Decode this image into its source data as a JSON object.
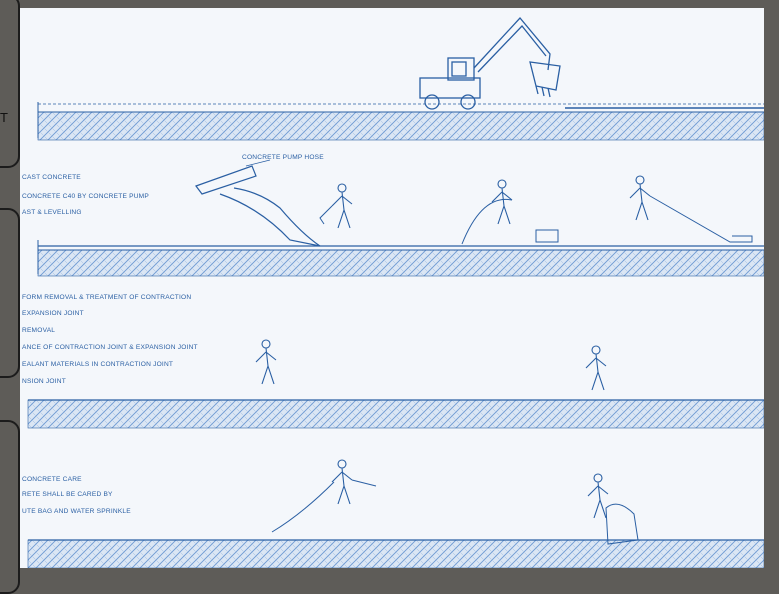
{
  "frame": {
    "partial_text": "T"
  },
  "stage2": {
    "callout": "CONCRETE PUMP HOSE",
    "notes": [
      "CAST CONCRETE",
      "CONCRETE C40 BY CONCRETE PUMP",
      "AST & LEVELLING"
    ]
  },
  "stage3": {
    "notes": [
      "FORM REMOVAL & TREATMENT OF CONTRACTION",
      "EXPANSION JOINT",
      "REMOVAL",
      "ANCE OF CONTRACTION JOINT & EXPANSION JOINT",
      "EALANT MATERIALS IN CONTRACTION JOINT",
      "NSION JOINT"
    ]
  },
  "stage4": {
    "notes": [
      "CONCRETE CARE",
      "RETE SHALL BE CARED BY",
      "UTE BAG AND WATER SPRINKLE"
    ]
  },
  "colors": {
    "blueprint": "#2a5fa3",
    "hatch": "#6f9bd3",
    "sheet": "#f4f7fb",
    "frame_bg": "#5e5c58"
  }
}
